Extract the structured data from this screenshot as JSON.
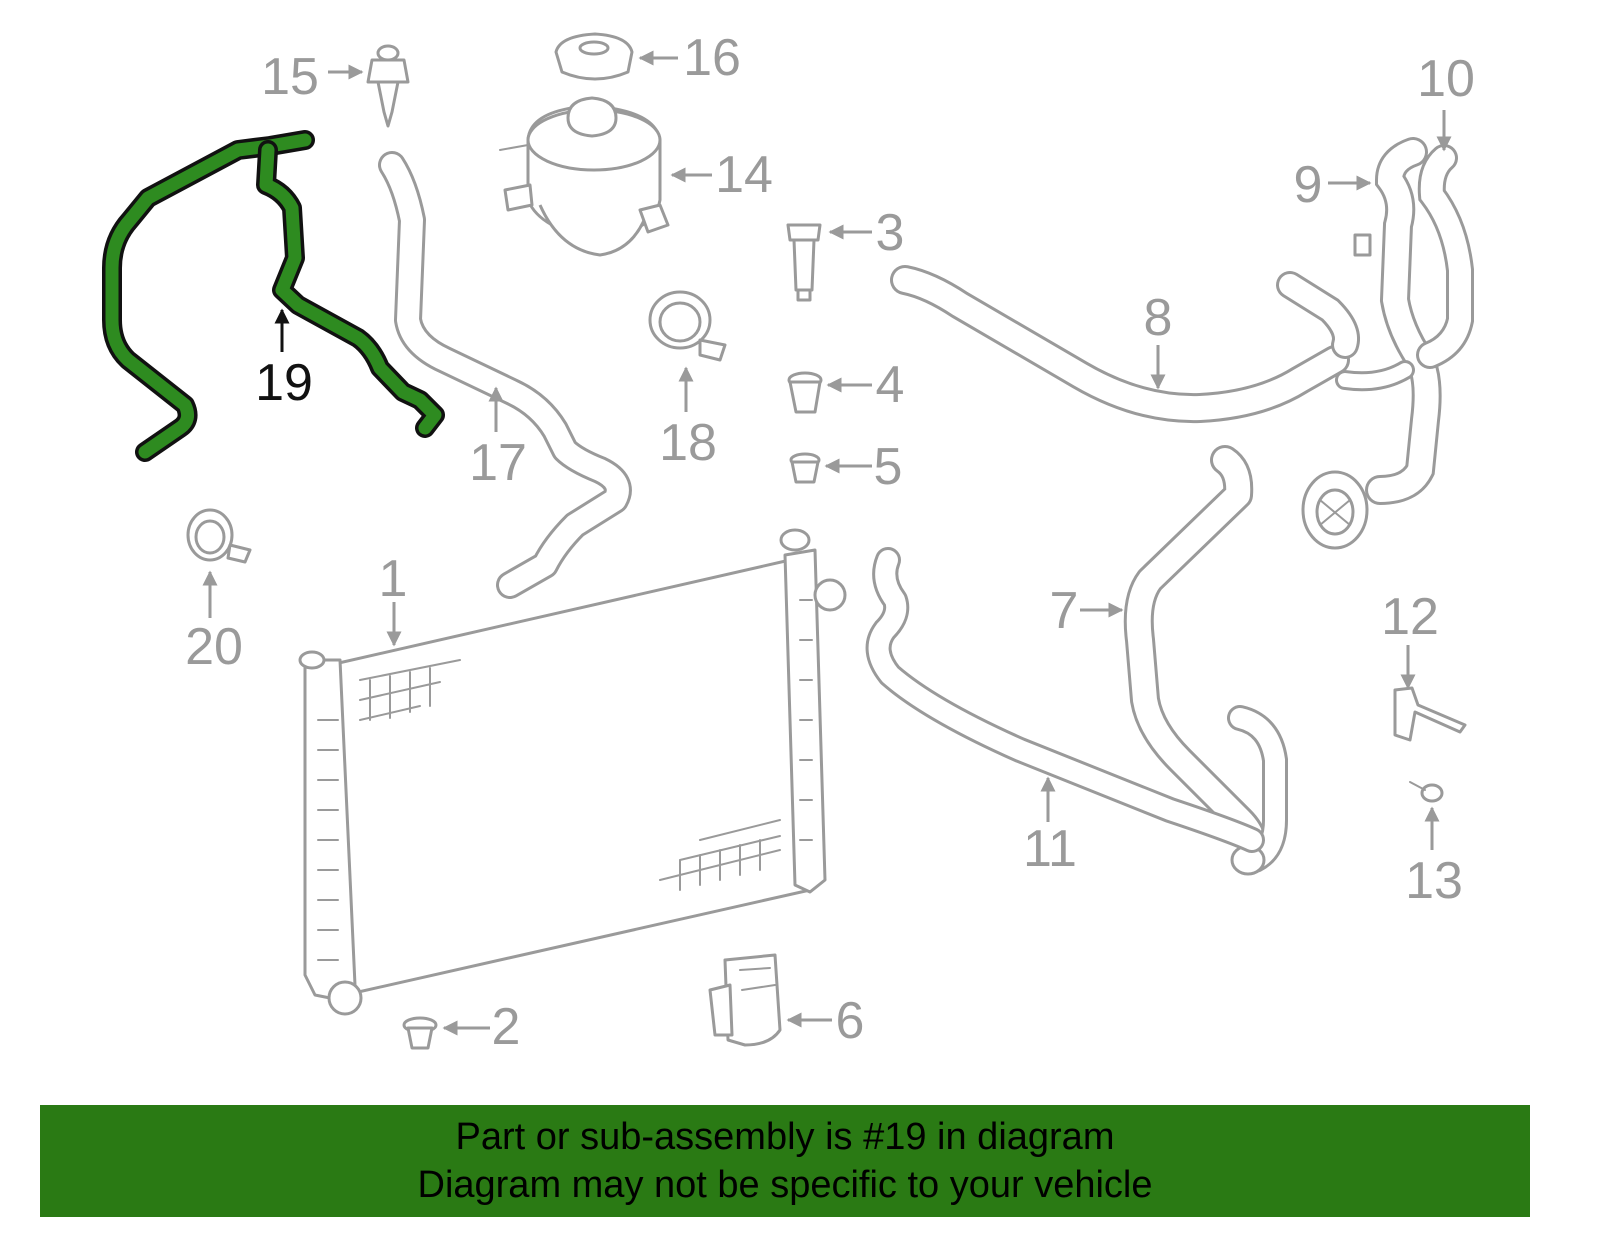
{
  "colors": {
    "highlight": "#2e8b20",
    "banner": "#2a7a14",
    "parts": "#9a9a9a"
  },
  "callouts": {
    "p1": "1",
    "p2": "2",
    "p3": "3",
    "p4": "4",
    "p5": "5",
    "p6": "6",
    "p7": "7",
    "p8": "8",
    "p9": "9",
    "p10": "10",
    "p11": "11",
    "p12": "12",
    "p13": "13",
    "p14": "14",
    "p15": "15",
    "p16": "16",
    "p17": "17",
    "p18": "18",
    "p19": "19",
    "p20": "20"
  },
  "highlighted_part": "19",
  "banner": {
    "line1": "Part or sub-assembly is #19 in diagram",
    "line2": "Diagram may not be specific to your vehicle"
  }
}
